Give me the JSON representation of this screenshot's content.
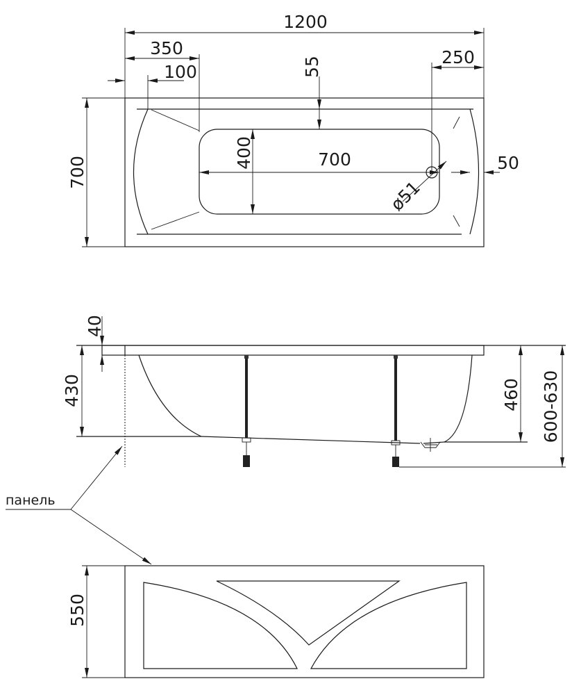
{
  "top_view": {
    "dim_length": "1200",
    "dim_350": "350",
    "dim_100": "100",
    "dim_250": "250",
    "dim_55": "55",
    "dim_width": "700",
    "dim_basin_length": "700",
    "dim_basin_width": "400",
    "dim_drain": "ø51",
    "dim_50": "50"
  },
  "side_view": {
    "dim_40": "40",
    "dim_430": "430",
    "dim_460": "460",
    "dim_height": "600-630"
  },
  "panel_label": "панель",
  "panel_view": {
    "dim_height": "550"
  }
}
